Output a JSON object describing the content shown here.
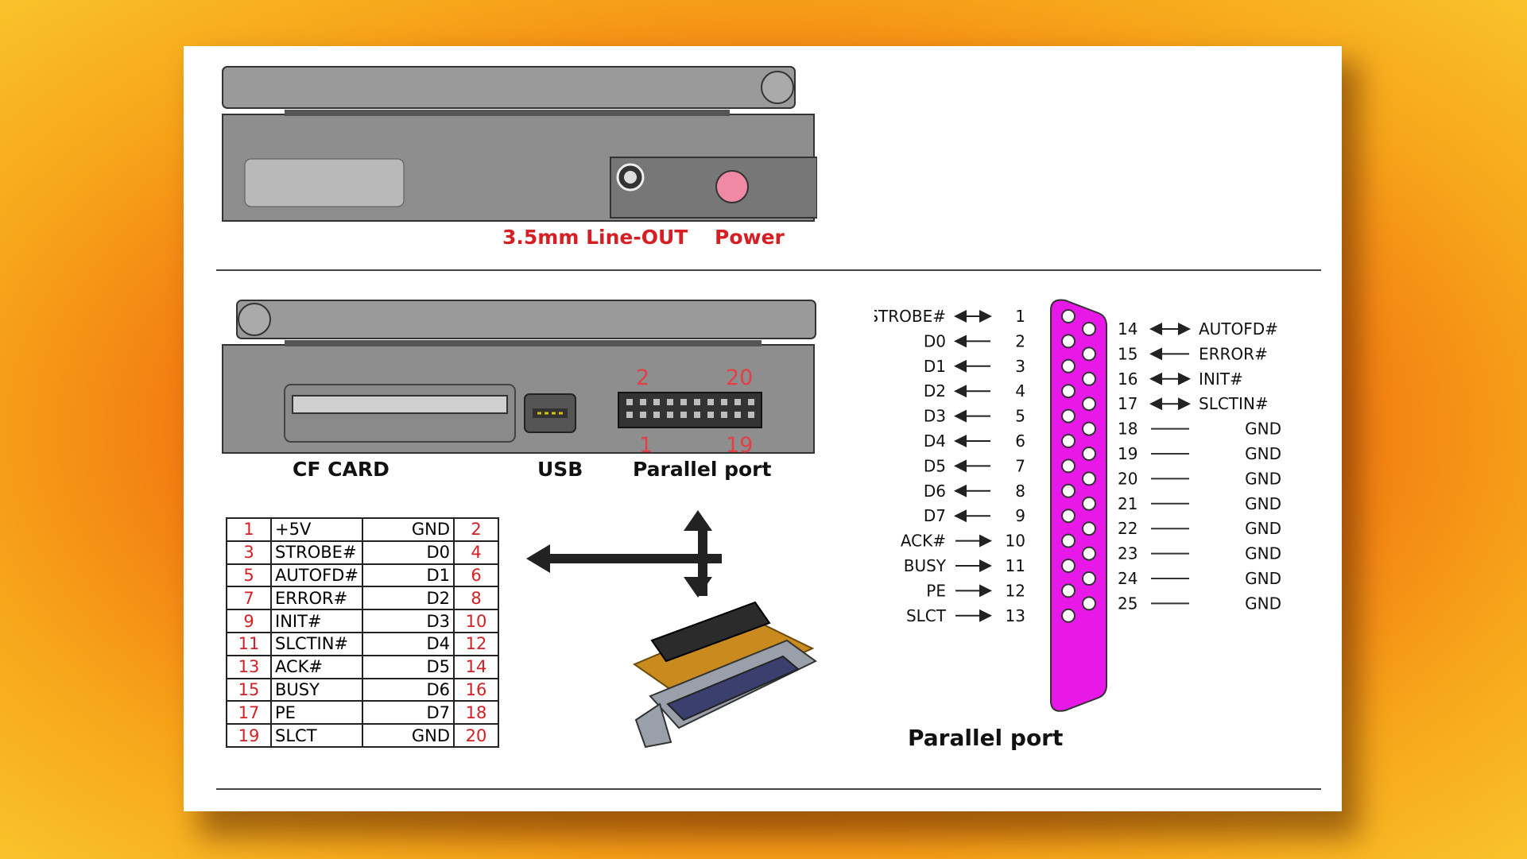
{
  "top_device": {
    "labels": {
      "line_out": "3.5mm Line-OUT",
      "power": "Power"
    },
    "colors": {
      "label": "#d51f24",
      "power_led": "#f08aa4"
    }
  },
  "bottom_device": {
    "labels": {
      "cf_card": "CF CARD",
      "usb": "USB",
      "parallel_port": "Parallel port"
    },
    "header_pin_marks": {
      "top_left": "2",
      "top_right": "20",
      "bottom_left": "1",
      "bottom_right": "19"
    }
  },
  "pin_table": {
    "rows": [
      {
        "odd": "1",
        "left": "+5V",
        "right": "GND",
        "even": "2"
      },
      {
        "odd": "3",
        "left": "STROBE#",
        "right": "D0",
        "even": "4"
      },
      {
        "odd": "5",
        "left": "AUTOFD#",
        "right": "D1",
        "even": "6"
      },
      {
        "odd": "7",
        "left": "ERROR#",
        "right": "D2",
        "even": "8"
      },
      {
        "odd": "9",
        "left": "INIT#",
        "right": "D3",
        "even": "10"
      },
      {
        "odd": "11",
        "left": "SLCTIN#",
        "right": "D4",
        "even": "12"
      },
      {
        "odd": "13",
        "left": "ACK#",
        "right": "D5",
        "even": "14"
      },
      {
        "odd": "15",
        "left": "BUSY",
        "right": "D6",
        "even": "16"
      },
      {
        "odd": "17",
        "left": "PE",
        "right": "D7",
        "even": "18"
      },
      {
        "odd": "19",
        "left": "SLCT",
        "right": "GND",
        "even": "20"
      }
    ]
  },
  "db25": {
    "title": "Parallel port",
    "connector_color": "#e818e8",
    "left_pins": [
      {
        "num": "1",
        "signal": "STROBE#",
        "dir": "both"
      },
      {
        "num": "2",
        "signal": "D0",
        "dir": "in"
      },
      {
        "num": "3",
        "signal": "D1",
        "dir": "in"
      },
      {
        "num": "4",
        "signal": "D2",
        "dir": "in"
      },
      {
        "num": "5",
        "signal": "D3",
        "dir": "in"
      },
      {
        "num": "6",
        "signal": "D4",
        "dir": "in"
      },
      {
        "num": "7",
        "signal": "D5",
        "dir": "in"
      },
      {
        "num": "8",
        "signal": "D6",
        "dir": "in"
      },
      {
        "num": "9",
        "signal": "D7",
        "dir": "in"
      },
      {
        "num": "10",
        "signal": "ACK#",
        "dir": "out"
      },
      {
        "num": "11",
        "signal": "BUSY",
        "dir": "out"
      },
      {
        "num": "12",
        "signal": "PE",
        "dir": "out"
      },
      {
        "num": "13",
        "signal": "SLCT",
        "dir": "out"
      }
    ],
    "right_pins": [
      {
        "num": "14",
        "signal": "AUTOFD#",
        "dir": "both"
      },
      {
        "num": "15",
        "signal": "ERROR#",
        "dir": "in"
      },
      {
        "num": "16",
        "signal": "INIT#",
        "dir": "both"
      },
      {
        "num": "17",
        "signal": "SLCTIN#",
        "dir": "both"
      },
      {
        "num": "18",
        "signal": "GND",
        "dir": "none"
      },
      {
        "num": "19",
        "signal": "GND",
        "dir": "none"
      },
      {
        "num": "20",
        "signal": "GND",
        "dir": "none"
      },
      {
        "num": "21",
        "signal": "GND",
        "dir": "none"
      },
      {
        "num": "22",
        "signal": "GND",
        "dir": "none"
      },
      {
        "num": "23",
        "signal": "GND",
        "dir": "none"
      },
      {
        "num": "24",
        "signal": "GND",
        "dir": "none"
      },
      {
        "num": "25",
        "signal": "GND",
        "dir": "none"
      }
    ]
  }
}
